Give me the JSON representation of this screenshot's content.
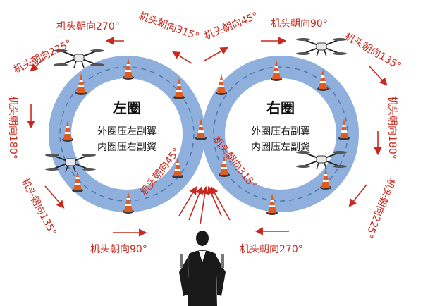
{
  "loops": {
    "left": {
      "title": "左圈",
      "line1": "外圈压左副翼",
      "line2": "内圈压右副翼"
    },
    "right": {
      "title": "右圈",
      "line1": "外圈压右副翼",
      "line2": "内圈压左副翼"
    }
  },
  "heading_labels": {
    "top_left_270": "机头朝向270°",
    "top_mid_315": "机头朝向315°",
    "top_mid_45": "机头朝向45°",
    "top_right_90": "机头朝向90°",
    "upper_left_225": "机头朝向225°",
    "upper_right_135": "机头朝向135°",
    "left_180": "机头朝向180°",
    "right_180": "机头朝向180°",
    "lower_left_135": "机头朝向135°",
    "lower_right_225": "机头朝向225°",
    "bottom_left_90": "机头朝向90°",
    "bottom_right_270": "机头朝向270°",
    "center_45": "机头朝向45°",
    "center_315": "机头朝向315°"
  },
  "colors": {
    "track": "#8fb0dd",
    "track_dash": "#5577aa",
    "arrow_red": "#c8281e",
    "cone_orange": "#e25a1c",
    "pilot_dark": "#1a1a1a"
  },
  "icons": [
    "drone-icon",
    "traffic-cone-icon",
    "pilot-figure-icon"
  ]
}
